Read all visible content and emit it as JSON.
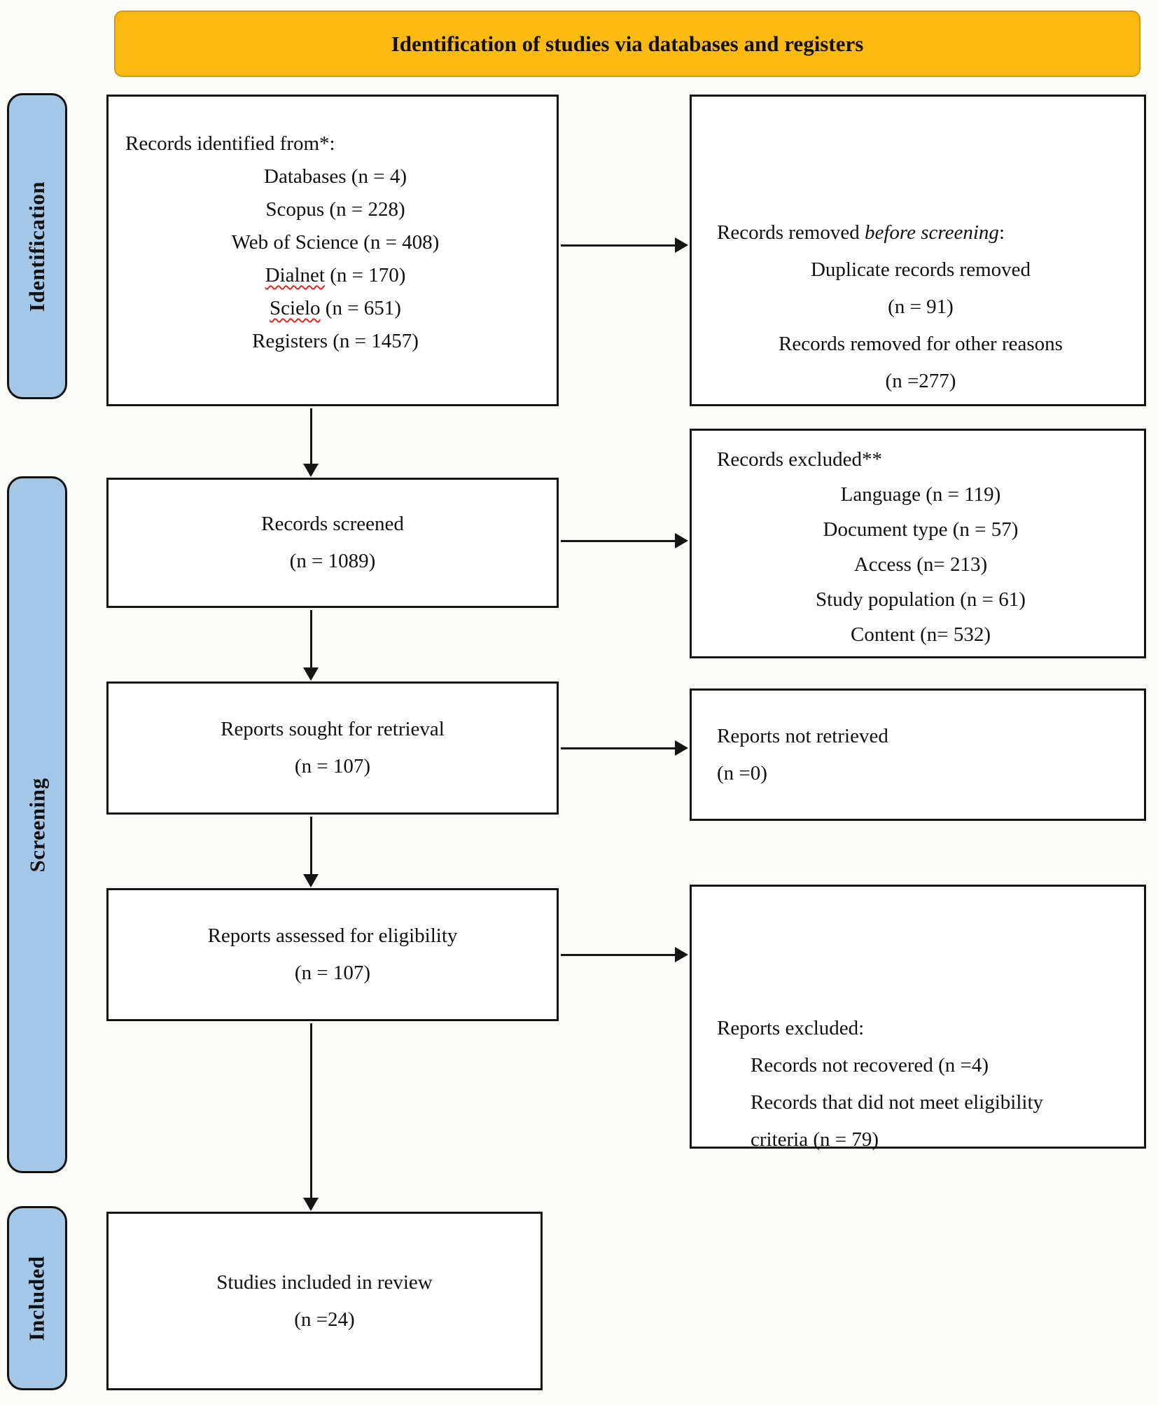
{
  "header": {
    "title": "Identification of studies via databases and registers"
  },
  "sidebar": {
    "identification": "Identification",
    "screening": "Screening",
    "included": "Included"
  },
  "colors": {
    "banner_bg": "#fbba10",
    "banner_border": "#d29b12",
    "sidebar_bg": "#a4c6e7",
    "box_border": "#141414",
    "squiggle_red": "#e0261c"
  },
  "boxes": {
    "identified": {
      "title": "Records identified from*:",
      "line1": "Databases (n = 4)",
      "line2": "Scopus (n = 228)",
      "line3": "Web of Science (n = 408)",
      "line4_word": "Dialnet",
      "line4_rest": " (n = 170)",
      "line5_word": "Scielo",
      "line5_rest": " (n = 651)",
      "line6": "Registers (n = 1457)"
    },
    "removed": {
      "title_prefix": "Records removed ",
      "title_italic": "before screening",
      "title_suffix": ":",
      "line1": "Duplicate records removed",
      "line2": "(n = 91)",
      "line3": "Records removed for other reasons",
      "line4": "(n =277)"
    },
    "screened": {
      "line1": "Records screened",
      "line2": "(n = 1089)"
    },
    "excluded": {
      "title": "Records excluded**",
      "line1": "Language (n = 119)",
      "line2": "Document type (n = 57)",
      "line3": "Access (n= 213)",
      "line4": "Study population (n = 61)",
      "line5": "Content (n= 532)"
    },
    "sought": {
      "line1": "Reports sought for retrieval",
      "line2": "(n = 107)"
    },
    "not_retrieved": {
      "line1": "Reports not retrieved",
      "line2": "(n =0)"
    },
    "assessed": {
      "line1": "Reports assessed for eligibility",
      "line2": "(n = 107)"
    },
    "reports_excluded": {
      "title": "Reports excluded:",
      "line1": "Records not recovered (n =4)",
      "line2": "Records that did not meet eligibility criteria (n = 79)"
    },
    "included_box": {
      "line1": "Studies included in review",
      "line2": "(n =24)"
    }
  }
}
